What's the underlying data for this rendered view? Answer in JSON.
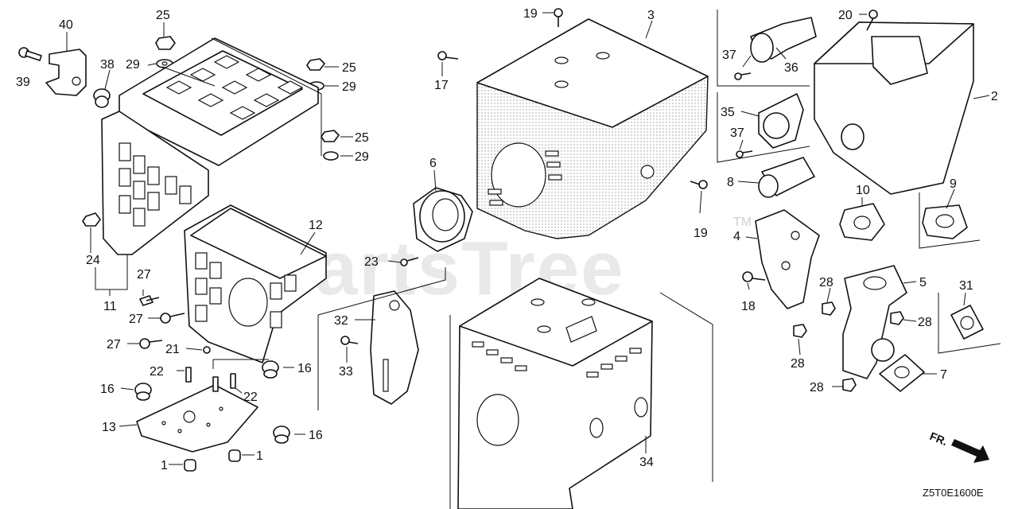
{
  "diagram_code": "Z5T0E1600E",
  "watermark": "PartsTree",
  "trademark": "TM",
  "direction_label": "FR.",
  "callouts": [
    {
      "id": "c40",
      "label": "40"
    },
    {
      "id": "c39",
      "label": "39"
    },
    {
      "id": "c38",
      "label": "38"
    },
    {
      "id": "c25a",
      "label": "25"
    },
    {
      "id": "c29a",
      "label": "29"
    },
    {
      "id": "c25b",
      "label": "25"
    },
    {
      "id": "c29b",
      "label": "29"
    },
    {
      "id": "c25c",
      "label": "25"
    },
    {
      "id": "c29c",
      "label": "29"
    },
    {
      "id": "c24",
      "label": "24"
    },
    {
      "id": "c11",
      "label": "11"
    },
    {
      "id": "c12",
      "label": "12"
    },
    {
      "id": "c27a",
      "label": "27"
    },
    {
      "id": "c27b",
      "label": "27"
    },
    {
      "id": "c27c",
      "label": "27"
    },
    {
      "id": "c21",
      "label": "21"
    },
    {
      "id": "c22a",
      "label": "22"
    },
    {
      "id": "c22b",
      "label": "22"
    },
    {
      "id": "c16a",
      "label": "16"
    },
    {
      "id": "c16b",
      "label": "16"
    },
    {
      "id": "c16c",
      "label": "16"
    },
    {
      "id": "c13",
      "label": "13"
    },
    {
      "id": "c1a",
      "label": "1"
    },
    {
      "id": "c1b",
      "label": "1"
    },
    {
      "id": "c19a",
      "label": "19"
    },
    {
      "id": "c3",
      "label": "3"
    },
    {
      "id": "c17",
      "label": "17"
    },
    {
      "id": "c6",
      "label": "6"
    },
    {
      "id": "c19b",
      "label": "19"
    },
    {
      "id": "c23",
      "label": "23"
    },
    {
      "id": "c32",
      "label": "32"
    },
    {
      "id": "c33",
      "label": "33"
    },
    {
      "id": "c34",
      "label": "34"
    },
    {
      "id": "c37a",
      "label": "37"
    },
    {
      "id": "c36",
      "label": "36"
    },
    {
      "id": "c35",
      "label": "35"
    },
    {
      "id": "c37b",
      "label": "37"
    },
    {
      "id": "c8",
      "label": "8"
    },
    {
      "id": "c20",
      "label": "20"
    },
    {
      "id": "c2",
      "label": "2"
    },
    {
      "id": "c10",
      "label": "10"
    },
    {
      "id": "c9",
      "label": "9"
    },
    {
      "id": "c4",
      "label": "4"
    },
    {
      "id": "c18",
      "label": "18"
    },
    {
      "id": "c28a",
      "label": "28"
    },
    {
      "id": "c5",
      "label": "5"
    },
    {
      "id": "c28b",
      "label": "28"
    },
    {
      "id": "c31",
      "label": "31"
    },
    {
      "id": "c28c",
      "label": "28"
    },
    {
      "id": "c28d",
      "label": "28"
    },
    {
      "id": "c7",
      "label": "7"
    }
  ]
}
